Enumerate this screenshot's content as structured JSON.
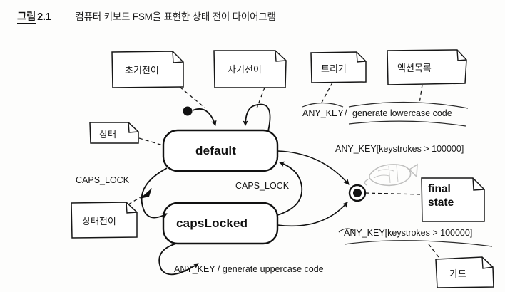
{
  "caption": {
    "figure_number_prefix": "그림",
    "figure_number": "2.1",
    "title": "컴퓨터 키보드 FSM을 표현한 상태 전이 다이어그램"
  },
  "diagram": {
    "type": "uml-state-transition-diagram",
    "states": [
      {
        "id": "default",
        "label": "default"
      },
      {
        "id": "capsLocked",
        "label": "capsLocked"
      }
    ],
    "initial_state_marker": "filled-dot",
    "final_state_marker": "bullseye",
    "transitions": [
      {
        "from": "initial",
        "to": "default",
        "label": ""
      },
      {
        "from": "default",
        "to": "default",
        "label": "ANY_KEY / generate lowercase code"
      },
      {
        "from": "capsLocked",
        "to": "capsLocked",
        "label": "ANY_KEY / generate uppercase code"
      },
      {
        "from": "default",
        "to": "capsLocked",
        "label": "CAPS_LOCK"
      },
      {
        "from": "capsLocked",
        "to": "default",
        "label": "CAPS_LOCK"
      },
      {
        "from": "default",
        "to": "final",
        "label": "ANY_KEY[keystrokes > 100000]"
      },
      {
        "from": "capsLocked",
        "to": "final",
        "label": "ANY_KEY[keystrokes > 100000]"
      }
    ],
    "edge_labels": {
      "lowercase_trigger": "ANY_KEY",
      "lowercase_separator": "/",
      "lowercase_action": "generate lowercase code",
      "uppercase": "ANY_KEY / generate uppercase code",
      "caps_lock_left": "CAPS_LOCK",
      "caps_lock_right": "CAPS_LOCK",
      "guard_top": "ANY_KEY[keystrokes > 100000]",
      "guard_bottom": "ANY_KEY[keystrokes > 100000]"
    },
    "notes": [
      {
        "id": "initial-transition",
        "label": "초기전이"
      },
      {
        "id": "self-transition",
        "label": "자기전이"
      },
      {
        "id": "trigger",
        "label": "트리거"
      },
      {
        "id": "action-list",
        "label": "액션목록"
      },
      {
        "id": "state",
        "label": "상태"
      },
      {
        "id": "state-transition",
        "label": "상태전이"
      },
      {
        "id": "final-state",
        "label_line1": "final",
        "label_line2": "state"
      },
      {
        "id": "guard",
        "label": "가드"
      }
    ]
  },
  "colors": {
    "ink": "#111111",
    "paper": "#fdfdfc",
    "doodle": "#8d8d8d"
  }
}
